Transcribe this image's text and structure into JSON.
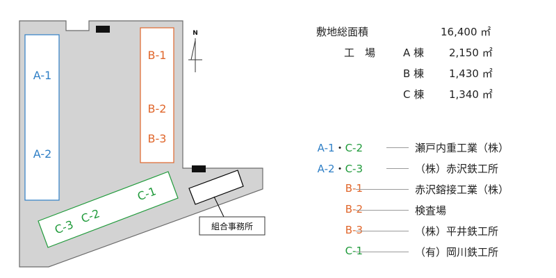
{
  "map": {
    "north_label": "N",
    "office_label": "組合事務所",
    "blocks": {
      "a1": "A-1",
      "a2": "A-2",
      "b1": "B-1",
      "b2": "B-2",
      "b3": "B-3",
      "c1": "C-1",
      "c2": "C-2",
      "c3": "C-3"
    }
  },
  "areas": {
    "site_label": "敷地総面積",
    "site_value": "16,400 ㎡",
    "factory_label": "工　場",
    "buildings": [
      {
        "name": "A 棟",
        "area": "2,150 ㎡"
      },
      {
        "name": "B 棟",
        "area": "1,430 ㎡"
      },
      {
        "name": "C 棟",
        "area": "1,340 ㎡"
      }
    ]
  },
  "legend": [
    {
      "code_a": "A-1",
      "sep": "・",
      "code_b": "C-2",
      "company": "瀬戸内重工業（株）"
    },
    {
      "code_a": "A-2",
      "sep": "・",
      "code_b": "C-3",
      "company": "（株）赤沢鉄工所"
    },
    {
      "code_a": "B-1",
      "company": "赤沢鎔接工業（株）"
    },
    {
      "code_a": "B-2",
      "company": "検査場"
    },
    {
      "code_a": "B-3",
      "company": "（株）平井鉄工所"
    },
    {
      "code_a": "C-1",
      "company": "（有）岡川鉄工所"
    }
  ],
  "colors": {
    "site_fill": "#d3d3d3",
    "a_blocks": "#2f7fc6",
    "b_blocks": "#e0662b",
    "c_blocks": "#1f9a3a"
  }
}
